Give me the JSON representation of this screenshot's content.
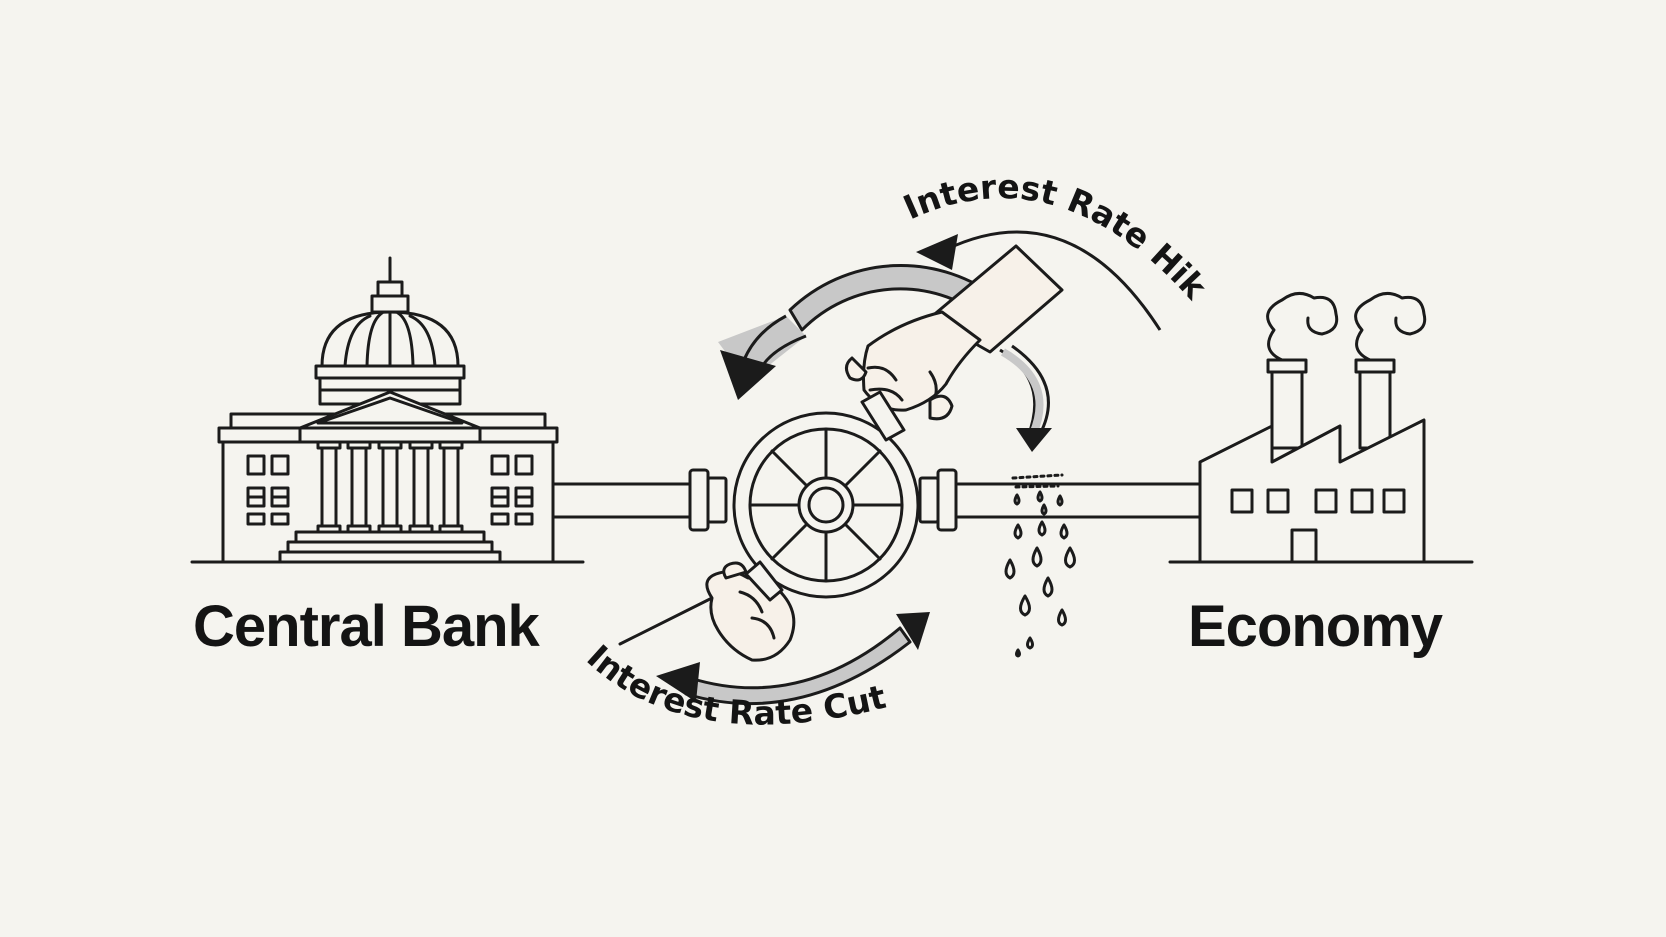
{
  "labels": {
    "left": "Central Bank",
    "right": "Economy",
    "top_arc": "Interest Rate Hike",
    "bottom_arc": "Interest Rate Cut"
  },
  "icons": {
    "left": "central-bank-building-icon",
    "right": "factory-icon",
    "center": "valve-wheel-icon",
    "upper_hand": "hand-icon",
    "lower_hand": "hand-icon",
    "drops": "water-drops-icon"
  },
  "colors": {
    "background": "#f5f4ef",
    "ink": "#1b1b1b",
    "arrow_fill": "#c8c8c8"
  }
}
